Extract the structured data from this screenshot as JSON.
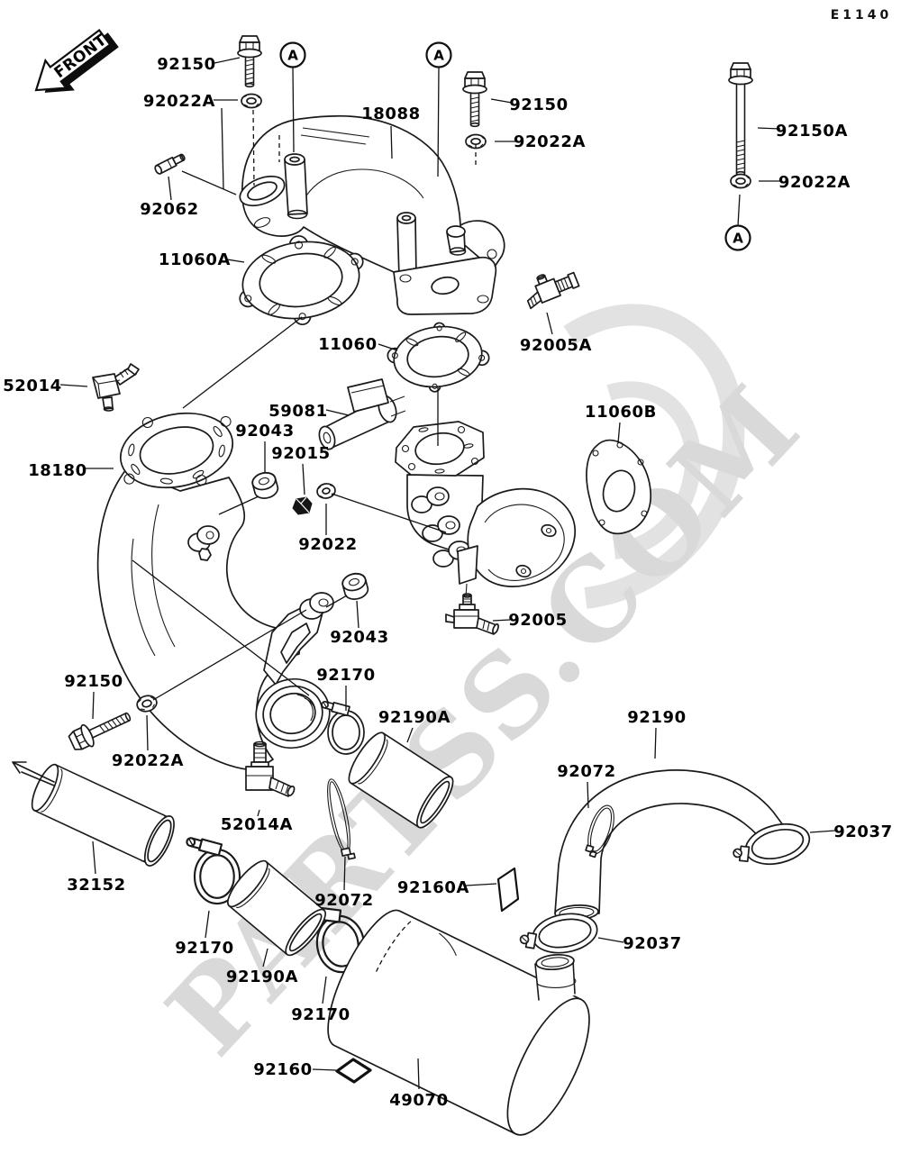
{
  "header": {
    "code": "E1140"
  },
  "front_arrow": {
    "label": "FRONT"
  },
  "watermark": {
    "text": "PARTSS.COM"
  },
  "markers": {
    "a": "A"
  },
  "colors": {
    "ink": "#1a1a1a",
    "watermark": "#d9d9d9",
    "paper": "#ffffff"
  },
  "labels": [
    {
      "id": "92150-top-left",
      "text": "92150"
    },
    {
      "id": "92022a-top-left",
      "text": "92022A"
    },
    {
      "id": "92062",
      "text": "92062"
    },
    {
      "id": "18088",
      "text": "18088"
    },
    {
      "id": "92150-top-center",
      "text": "92150"
    },
    {
      "id": "92022a-top-center",
      "text": "92022A"
    },
    {
      "id": "92150a",
      "text": "92150A"
    },
    {
      "id": "92022a-right",
      "text": "92022A"
    },
    {
      "id": "11060a",
      "text": "11060A"
    },
    {
      "id": "11060",
      "text": "11060"
    },
    {
      "id": "92005a",
      "text": "92005A"
    },
    {
      "id": "52014",
      "text": "52014"
    },
    {
      "id": "59081",
      "text": "59081"
    },
    {
      "id": "92043-upper",
      "text": "92043"
    },
    {
      "id": "92015",
      "text": "92015"
    },
    {
      "id": "18180",
      "text": "18180"
    },
    {
      "id": "11060b",
      "text": "11060B"
    },
    {
      "id": "92022",
      "text": "92022"
    },
    {
      "id": "92005",
      "text": "92005"
    },
    {
      "id": "92043-lower",
      "text": "92043"
    },
    {
      "id": "92170-upper",
      "text": "92170"
    },
    {
      "id": "92150-bottom-left",
      "text": "92150"
    },
    {
      "id": "92190a-upper",
      "text": "92190A"
    },
    {
      "id": "92022a-bottom-left",
      "text": "92022A"
    },
    {
      "id": "52014a",
      "text": "52014A"
    },
    {
      "id": "92190",
      "text": "92190"
    },
    {
      "id": "92072-right",
      "text": "92072"
    },
    {
      "id": "92037-right",
      "text": "92037"
    },
    {
      "id": "32152",
      "text": "32152"
    },
    {
      "id": "92072-left",
      "text": "92072"
    },
    {
      "id": "92160a",
      "text": "92160A"
    },
    {
      "id": "92170-left",
      "text": "92170"
    },
    {
      "id": "92190a-lower",
      "text": "92190A"
    },
    {
      "id": "92037-lower",
      "text": "92037"
    },
    {
      "id": "92170-bottom",
      "text": "92170"
    },
    {
      "id": "92160",
      "text": "92160"
    },
    {
      "id": "49070",
      "text": "49070"
    }
  ]
}
